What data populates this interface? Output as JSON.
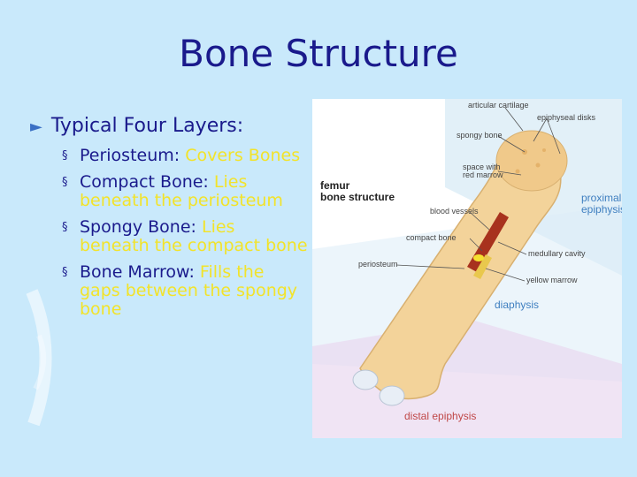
{
  "slide": {
    "title": "Bone Structure",
    "main_bullet": "Typical Four Layers:",
    "layers": [
      {
        "term": "Periosteum:",
        "desc": "Covers Bones"
      },
      {
        "term": "Compact Bone:",
        "desc": "Lies beneath the periosteum"
      },
      {
        "term": "Spongy Bone:",
        "desc": "Lies beneath the compact bone"
      },
      {
        "term": "Bone Marrow:",
        "desc": "Fills the gaps between the spongy bone"
      }
    ]
  },
  "figure": {
    "title_line1": "femur",
    "title_line2": "bone structure",
    "labels": {
      "articular_cartilage": "articular cartilage",
      "epiphyseal_disks": "epiphyseal disks",
      "spongy_bone": "spongy bone",
      "red_marrow_1": "space with",
      "red_marrow_2": "red marrow",
      "blood_vessels": "blood vessels",
      "compact_bone": "compact bone",
      "medullary_cavity": "medullary cavity",
      "periosteum": "periosteum",
      "yellow_marrow": "yellow marrow",
      "proximal_1": "proximal",
      "proximal_2": "epiphysis",
      "diaphysis": "diaphysis",
      "distal": "distal epiphysis"
    }
  },
  "colors": {
    "background": "#c9e9fb",
    "title": "#1a1a8c",
    "description": "#f2e32a",
    "bone": "#f3d39a",
    "label_blue": "#3f7fc0",
    "distal_red": "#c04848"
  }
}
